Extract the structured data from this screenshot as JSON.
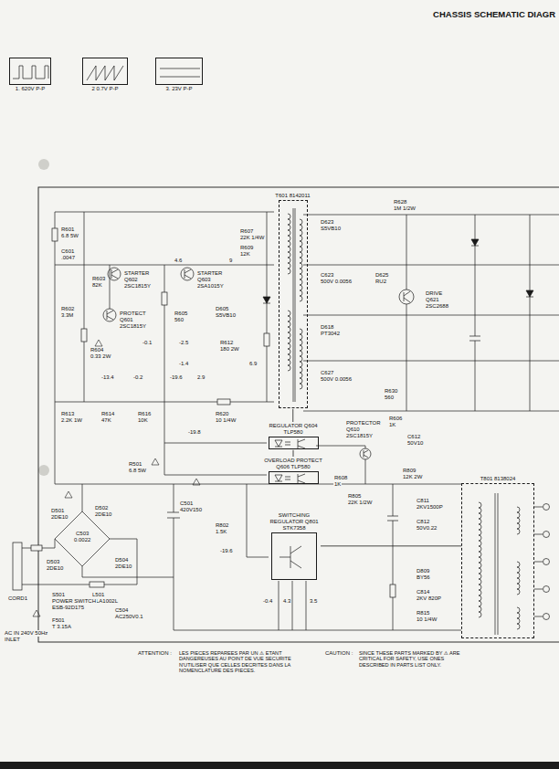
{
  "diagram": {
    "title": "CHASSIS SCHEMATIC DIAGR",
    "nodes": [
      {
        "text": [
          "1. 620V P-P"
        ]
      },
      {
        "text": [
          "2 0.7V P-P"
        ]
      },
      {
        "text": [
          "3. 23V P-P"
        ]
      },
      {
        "text": [
          "T601 8142011"
        ]
      },
      {
        "text": [
          "REGULATOR Q604 TLP580"
        ]
      },
      {
        "text": [
          "OVERLOAD PROTECT Q606 TLP580"
        ]
      },
      {
        "text": [
          "SWITCHING REGULATOR Q801 STK7358"
        ]
      },
      {
        "text": [
          "T801 8138024"
        ]
      }
    ],
    "edges": [
      {
        "from": 3,
        "to": 4,
        "arrow": "none"
      },
      {
        "from": 4,
        "to": 5,
        "arrow": "none"
      },
      {
        "from": 6,
        "to": 7,
        "arrow": "none"
      }
    ],
    "labels": [
      "R601",
      "6.8 5W",
      "C601",
      ".0047",
      "R603",
      "82K",
      "STARTER",
      "Q602",
      "2SC1815Y",
      "STARTER",
      "Q603",
      "2SA1015Y",
      "R607",
      "22K 1/4W",
      "R609",
      "12K",
      "R602",
      "3.3M",
      "PROTECT",
      "Q601",
      "2SC1815Y",
      "R605",
      "560",
      "D605",
      "S5VB10",
      "R604",
      "0.33 2W",
      "R612",
      "180 2W",
      "-0.1",
      "-2.5",
      "-1.4",
      "6.9",
      "-13.4",
      "-0.2",
      "-19.6",
      "2.9",
      "R613",
      "2.2K 1W",
      "R614",
      "47K",
      "R616",
      "10K",
      "R620",
      "10 1/4W",
      "-19.8",
      "4.6",
      "9",
      "D623",
      "S5VB10",
      "R628",
      "1M 1/2W",
      "C623",
      "500V 0.0056",
      "D625",
      "RU2",
      "DRIVE",
      "Q621",
      "2SC2688",
      "D618",
      "PT3042",
      "C627",
      "500V 0.0056",
      "R630",
      "560",
      "PROTECTOR",
      "Q610",
      "2SC1815Y",
      "R606",
      "1K",
      "R608",
      "1K",
      "C612",
      "50V10",
      "R501",
      "6.8 5W",
      "C501",
      "420V150",
      "D501",
      "2DE10",
      "D502",
      "2DE10",
      "D503",
      "2DE10",
      "D504",
      "2DE10",
      "C503",
      "0.0022",
      "L501",
      "PLA1002L",
      "C504",
      "AC250V0.1",
      "S501",
      "POWER SWITCH",
      "ESB-92D175",
      "F501",
      "T 3.15A",
      "CORD1",
      "AC IN 240V 50Hz",
      "INLET",
      "R802",
      "1.5K",
      "-19.6",
      "-0.4",
      "4.3",
      "3.5",
      "R805",
      "22K 1/2W",
      "R809",
      "12K 2W",
      "C811",
      "2KV1500P",
      "C812",
      "50V0.22",
      "D809",
      "BY56",
      "C814",
      "2KV 820P",
      "R815",
      "10 1/4W",
      "ATTENTION :",
      "LES PIECES REPAREES PAR UN ⚠ ETANT DANGEREUSES AU POINT DE VUE SECURITE N'UTILISER QUE CELLES DECRITES DANS LA NOMENCLATURE DES PIECES.",
      "CAUTION :",
      "SINCE THESE PARTS MARKED BY ⚠ ARE CRITICAL FOR SAFETY, USE ONES DESCRIBED IN PARTS LIST ONLY."
    ]
  }
}
